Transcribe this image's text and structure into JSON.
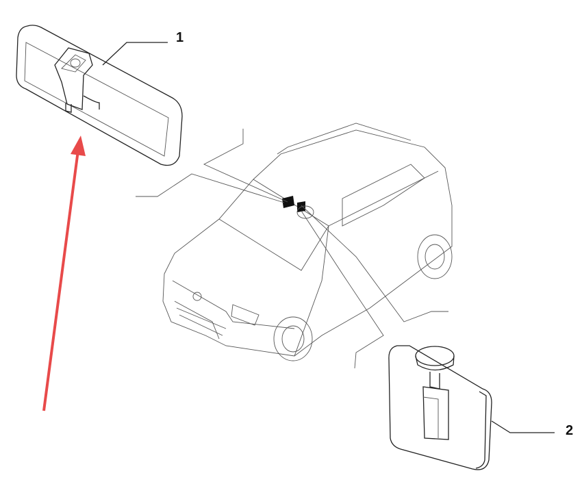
{
  "diagram": {
    "callouts": [
      {
        "number": "1",
        "part": "rear-view-mirror"
      },
      {
        "number": "2",
        "part": "rain-light-sensor"
      }
    ],
    "arrow_color": "#e84a4a"
  }
}
